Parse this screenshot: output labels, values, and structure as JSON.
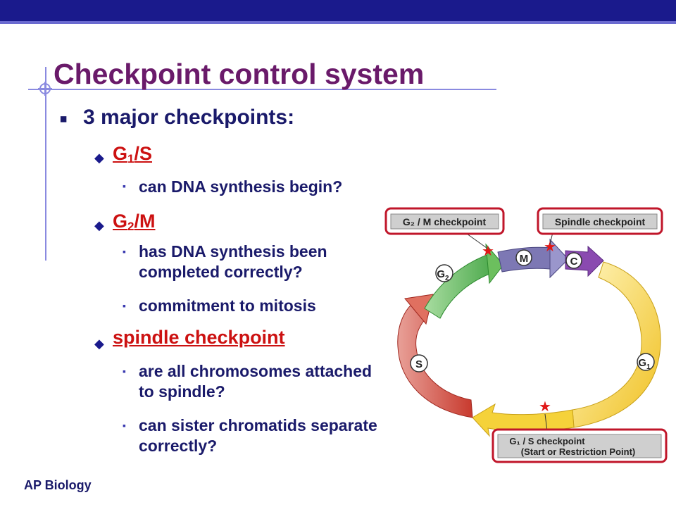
{
  "slide": {
    "title": "Checkpoint control system",
    "main_bullet": "3 major checkpoints:",
    "checkpoints": [
      {
        "name": "G",
        "sub": "1",
        "rest": "/S",
        "details": [
          "can DNA synthesis begin?"
        ]
      },
      {
        "name": "G",
        "sub": "2",
        "rest": "/M",
        "details": [
          "has DNA synthesis been completed correctly?",
          "commitment to mitosis"
        ]
      },
      {
        "name": "spindle checkpoint",
        "sub": "",
        "rest": "",
        "details": [
          "are all chromosomes attached to spindle?",
          "can sister chromatids separate correctly?"
        ]
      }
    ],
    "footer": "AP Biology"
  },
  "diagram": {
    "phases": {
      "m": "M",
      "c": "C",
      "g2": "G",
      "g2_sub": "2",
      "s": "S",
      "g1": "G",
      "g1_sub": "1"
    },
    "labels": {
      "g2m": "G₂ / M checkpoint",
      "spindle": "Spindle checkpoint",
      "g1s_line1": "G₁ / S checkpoint",
      "g1s_line2": "(Start or Restriction Point)"
    },
    "colors": {
      "g1": "#f5d23a",
      "s": "#d94a3c",
      "g2": "#6cbf5e",
      "m": "#7d78b4",
      "c": "#8a4ab0",
      "label_bg": "#cfcfcf",
      "label_border": "#c0162a",
      "star": "#e01818"
    }
  }
}
